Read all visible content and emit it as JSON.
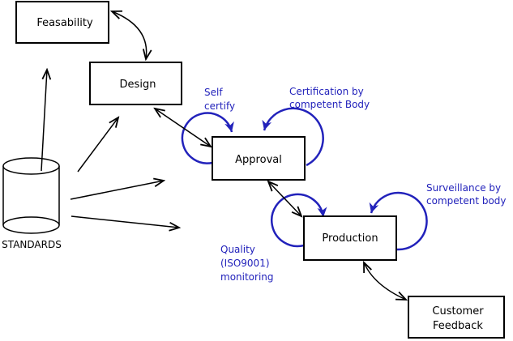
{
  "diagram": {
    "background_color": "#ffffff",
    "line_color": "#000000",
    "annotation_color": "#2222bb",
    "nodes": {
      "feasability": "Feasability",
      "design": "Design",
      "approval": "Approval",
      "production": "Production",
      "customer_feedback_line1": "Customer",
      "customer_feedback_line2": "Feedback"
    },
    "datastore": {
      "label": "STANDARDS"
    },
    "annotations": {
      "self_certify_line1": "Self",
      "self_certify_line2": "certify",
      "certification_line1": "Certification by",
      "certification_line2": "competent Body",
      "surveillance_line1": "Surveillance by",
      "surveillance_line2": "competent body",
      "quality_line1": "Quality",
      "quality_line2": "(ISO9001)",
      "quality_line3": "monitoring"
    }
  }
}
